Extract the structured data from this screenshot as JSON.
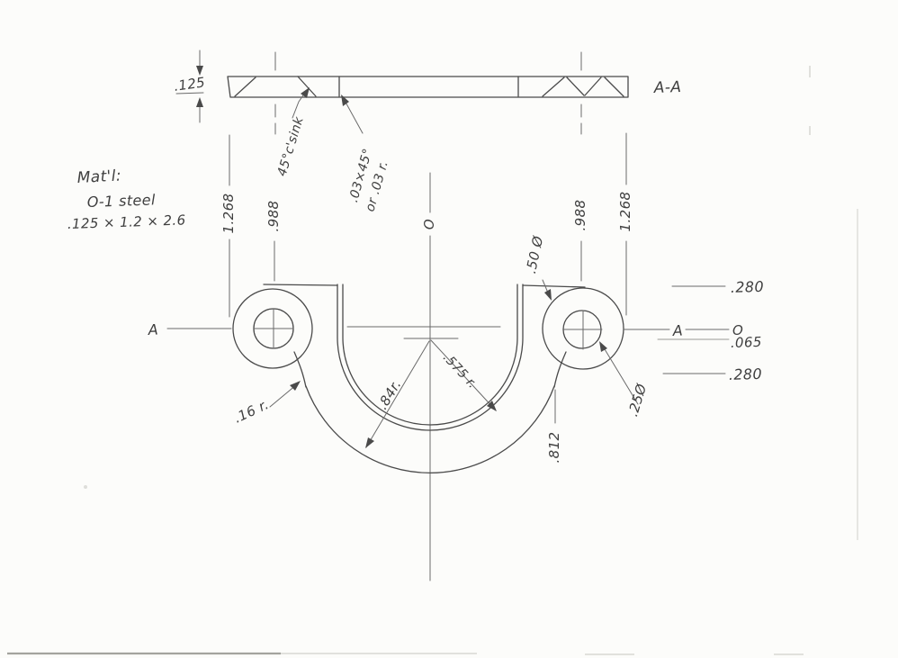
{
  "material_note": {
    "title": "Mat'l:",
    "alloy": "O-1 steel",
    "stock_size": ".125 × 1.2 × 2.6"
  },
  "section_view": {
    "label": "A-A",
    "thickness": ".125",
    "countersink_note": "45°c'sink",
    "edge_break_note_line1": ".03×45°",
    "edge_break_note_line2": "or .03 r."
  },
  "ordinate_dimensions": {
    "left_edge": "1.268",
    "left_hole": ".988",
    "zero": "O",
    "right_hole": ".988",
    "right_edge": "1.268"
  },
  "plan_view": {
    "boss_diameter": ".50 Ø",
    "hole_diameter": ".25Ø",
    "outer_radius": ".84r.",
    "inner_radius": ".575 r.",
    "fillet_radius": ".16 r.",
    "arc_offset": ".812"
  },
  "side_dimensions": {
    "section_label_left": "A",
    "section_label_right": "A",
    "top_edge": ".280",
    "zero": "O",
    "center_offset": ".065",
    "bottom_edge": ".280"
  },
  "colors": {
    "paper": "#fcfcfa",
    "pencil": "#4a4a4a"
  }
}
